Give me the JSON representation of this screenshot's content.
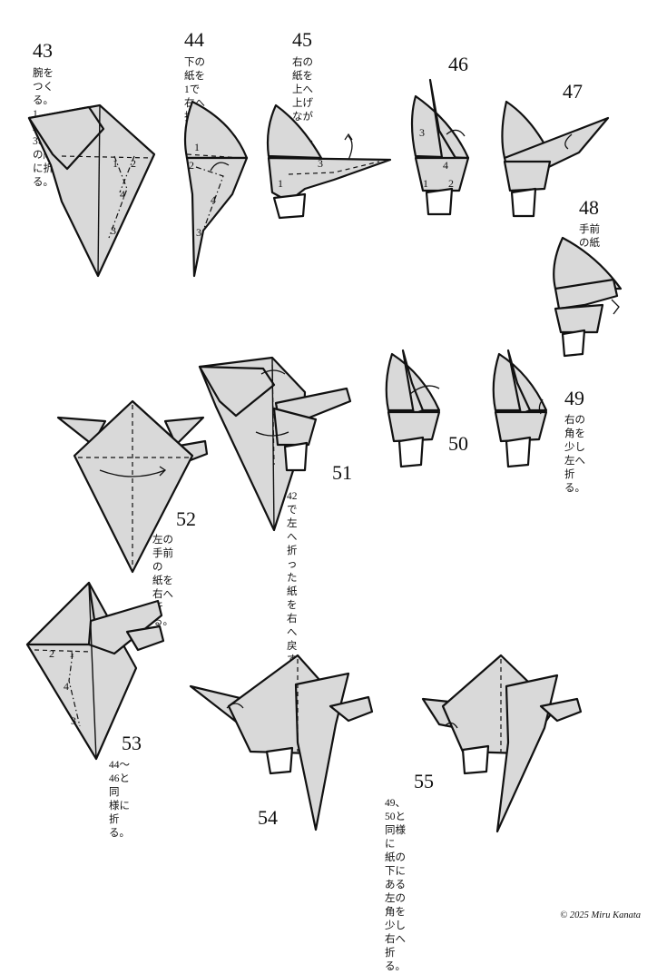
{
  "steps": {
    "s43": {
      "number": "43",
      "caption": "腕をつくる。\n1、2、3、4の順に折る。"
    },
    "s44": {
      "number": "44",
      "caption": "下の紙を1で\n右へ折る。"
    },
    "s45": {
      "number": "45",
      "caption": "右の紙を上へ\n上げながら、\n2、3を折る。"
    },
    "s46": {
      "number": "46"
    },
    "s47": {
      "number": "47"
    },
    "s48": {
      "number": "48",
      "caption": "手前の紙を\n上へ上げる。"
    },
    "s49": {
      "number": "49",
      "caption": "右の角を少し\n左へ折る。"
    },
    "s50": {
      "number": "50"
    },
    "s51": {
      "number": "51",
      "caption": "42で左へ折った\n紙を右へ戻す。"
    },
    "s52": {
      "number": "52",
      "caption": "左の手前の\n紙を右へ折る。"
    },
    "s53": {
      "number": "53",
      "caption": "44〜46と同\n様に折る。"
    },
    "s54": {
      "number": "54"
    },
    "s55": {
      "number": "55",
      "caption": "49、50と同様に\n紙の下にある\n左の角を少し\n右へ折る。"
    }
  },
  "fold_labels": {
    "one": "1",
    "two": "2",
    "three": "3",
    "four": "4"
  },
  "credit": "© 2025 Miru Kanata"
}
